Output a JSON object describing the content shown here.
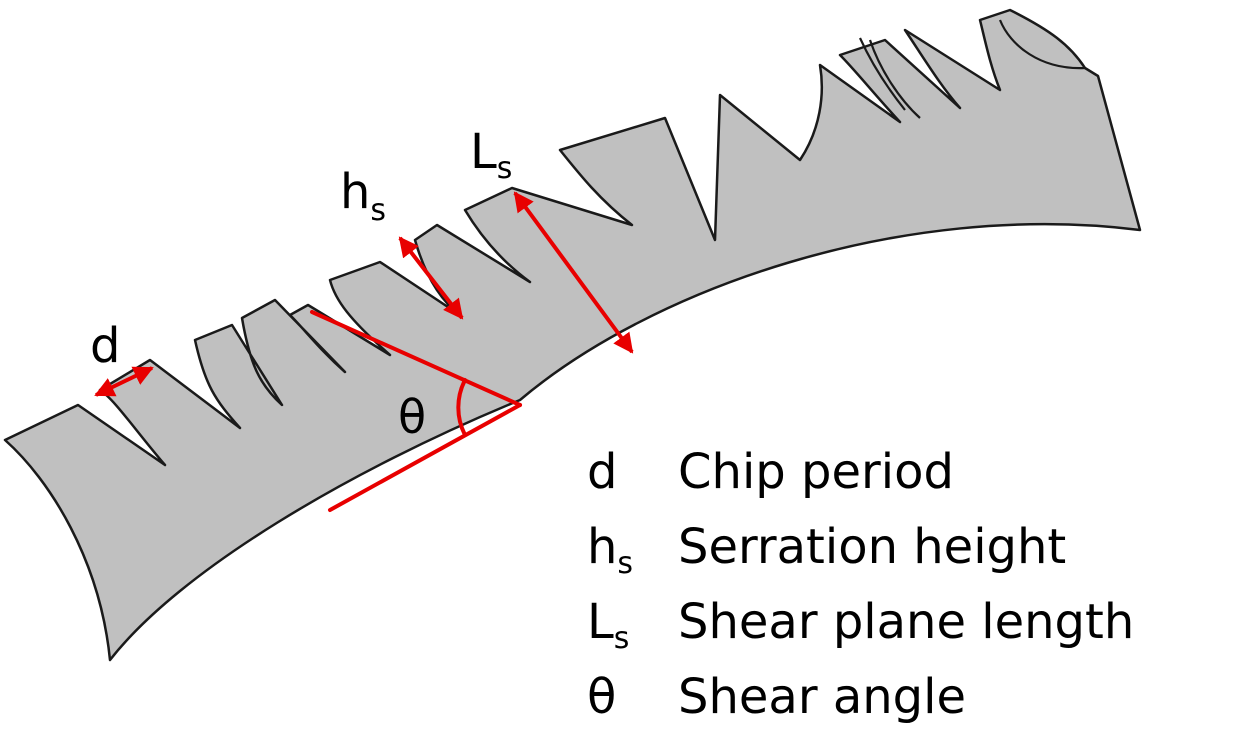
{
  "colors": {
    "chip_fill": "#c0c0c0",
    "outline": "#1a1a1a",
    "annotation": "#e80000",
    "text": "#000000"
  },
  "labels": {
    "d": "d",
    "hs_main": "h",
    "hs_sub": "s",
    "ls_main": "L",
    "ls_sub": "s",
    "theta": "θ"
  },
  "legend": [
    {
      "symbol": "d",
      "symbol_sub": "",
      "description": "Chip period"
    },
    {
      "symbol": "h",
      "symbol_sub": "s",
      "description": "Serration height"
    },
    {
      "symbol": "L",
      "symbol_sub": "s",
      "description": "Shear plane length"
    },
    {
      "symbol": "θ",
      "symbol_sub": "",
      "description": "Shear angle"
    }
  ]
}
